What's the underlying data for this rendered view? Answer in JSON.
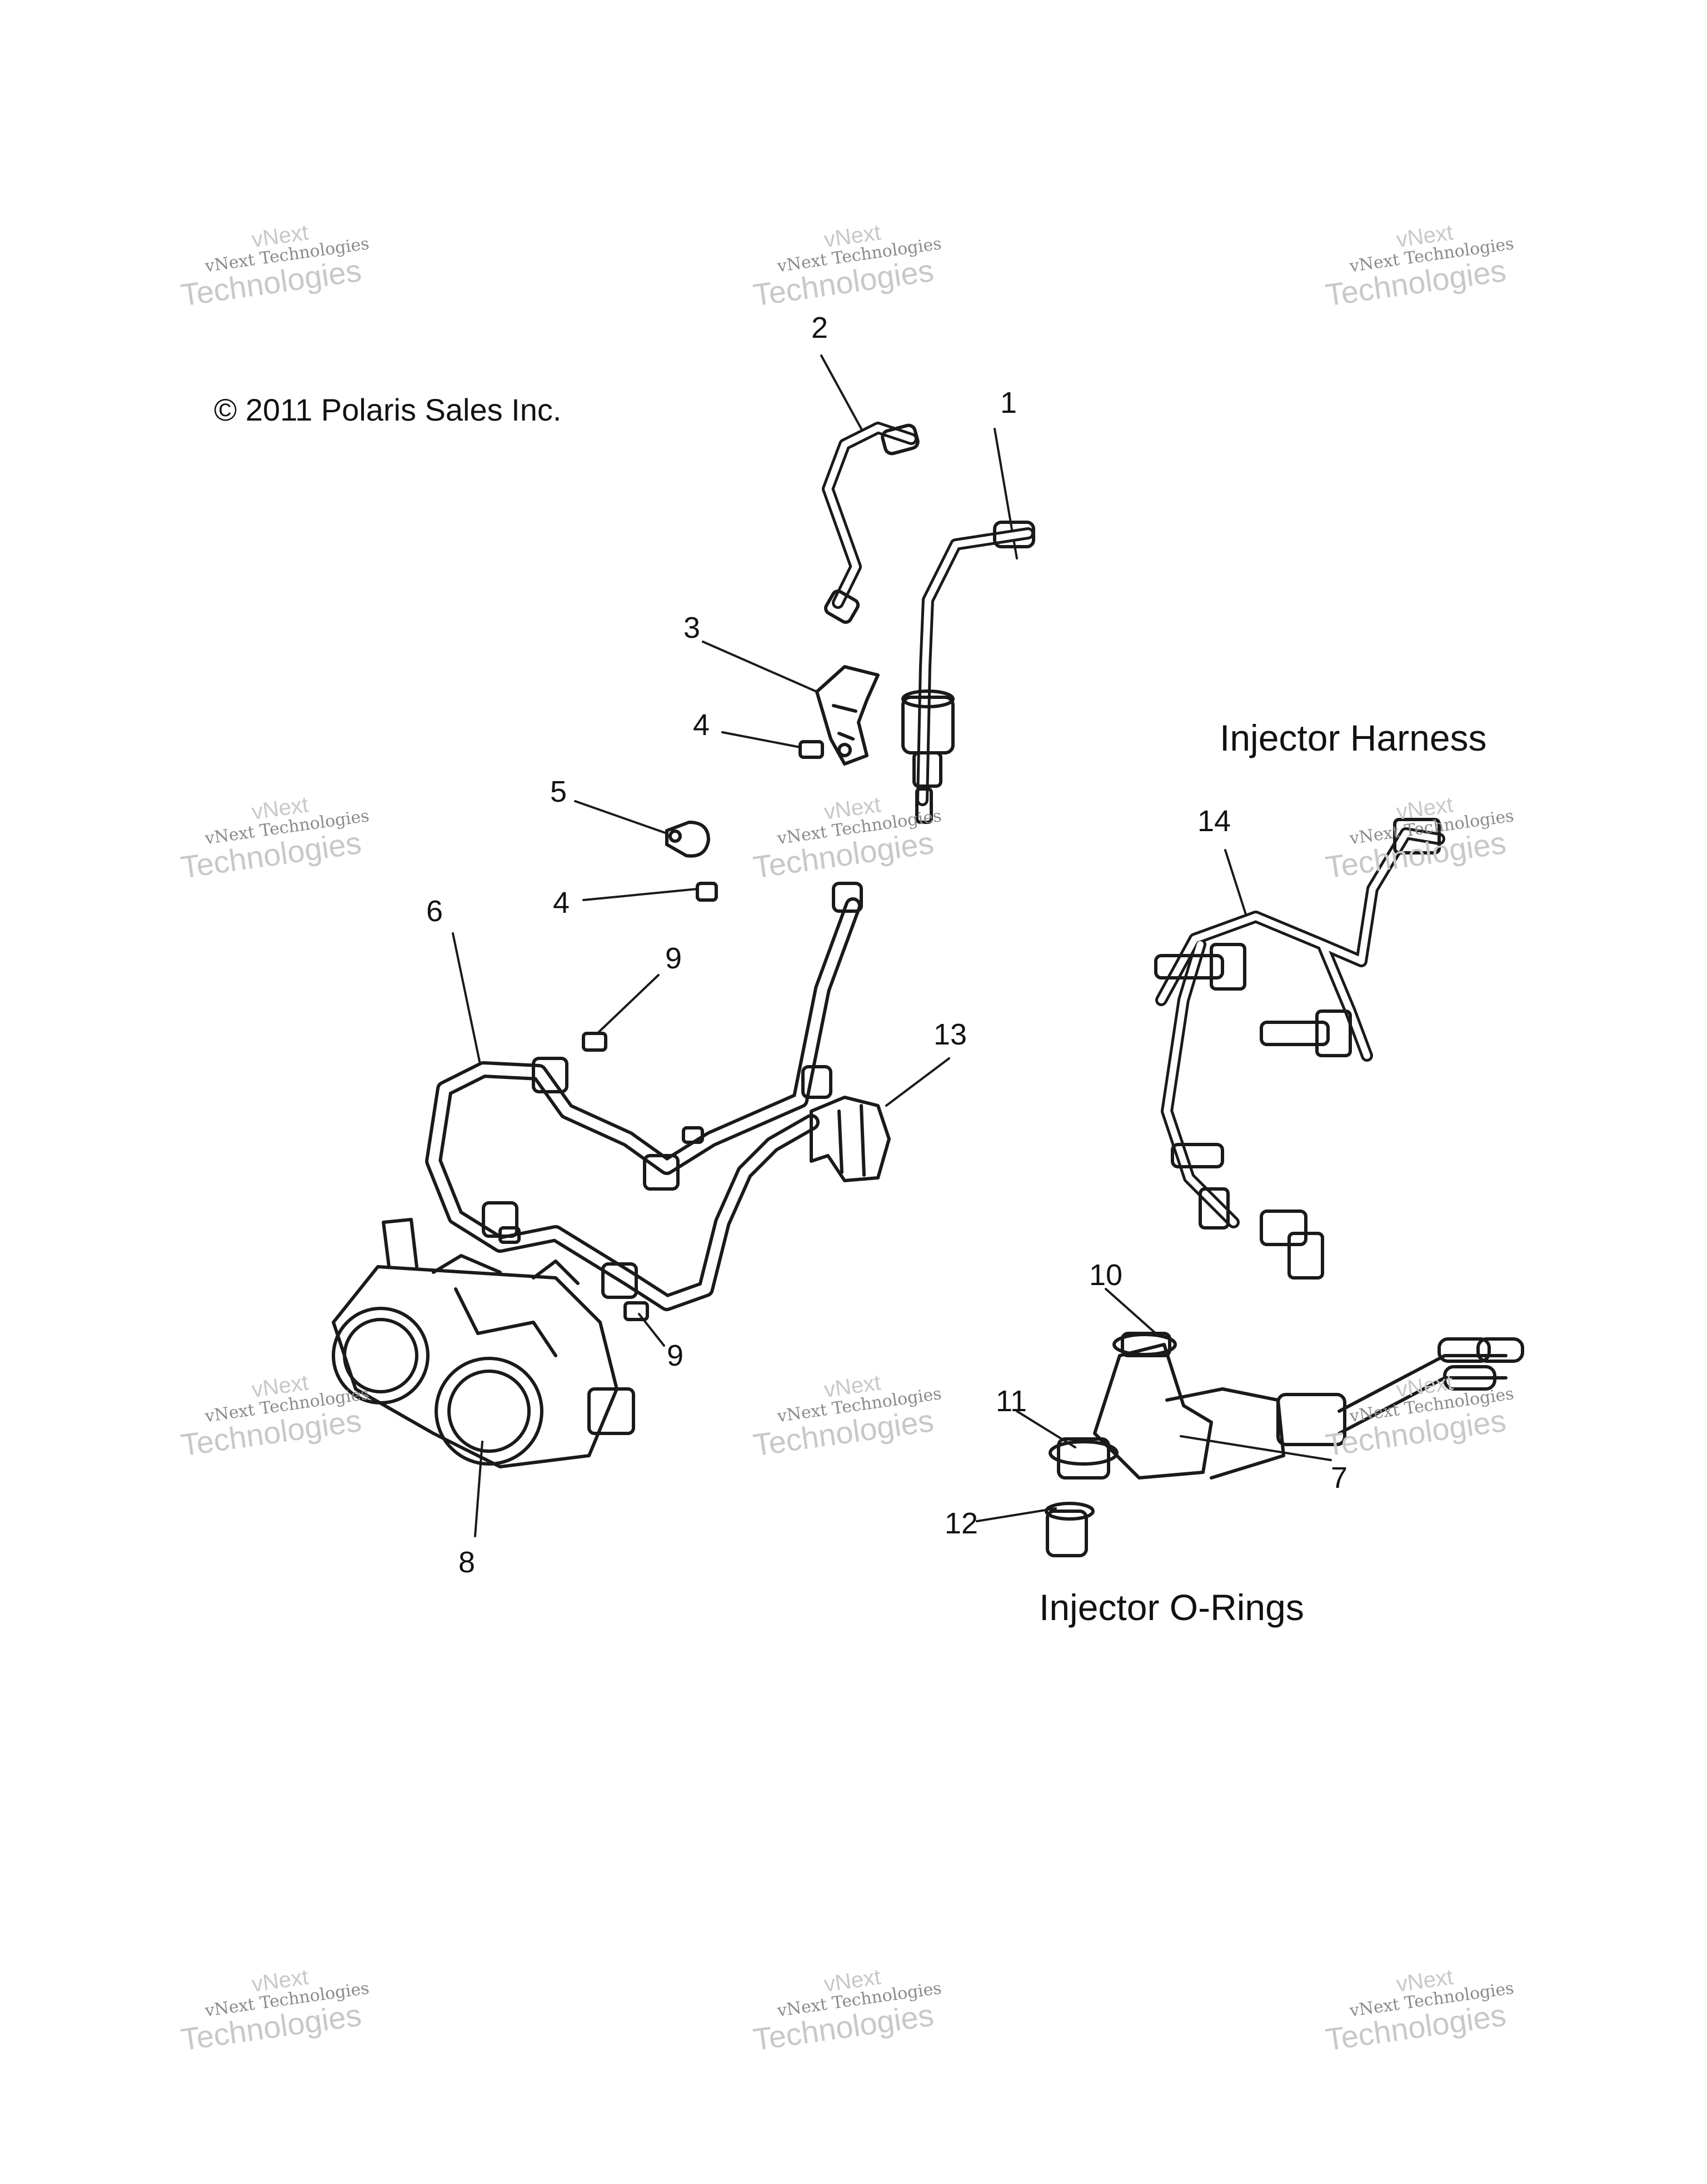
{
  "copyright": "© 2011 Polaris Sales Inc.",
  "section_titles": {
    "injector_harness": "Injector Harness",
    "injector_orings": "Injector O-Rings"
  },
  "watermark": {
    "line1": "vNext",
    "line2": "vNext Technologies",
    "line3": "Technologies"
  },
  "callouts": [
    "1",
    "2",
    "3",
    "4",
    "4",
    "5",
    "6",
    "7",
    "8",
    "9",
    "9",
    "10",
    "11",
    "12",
    "13",
    "14"
  ]
}
